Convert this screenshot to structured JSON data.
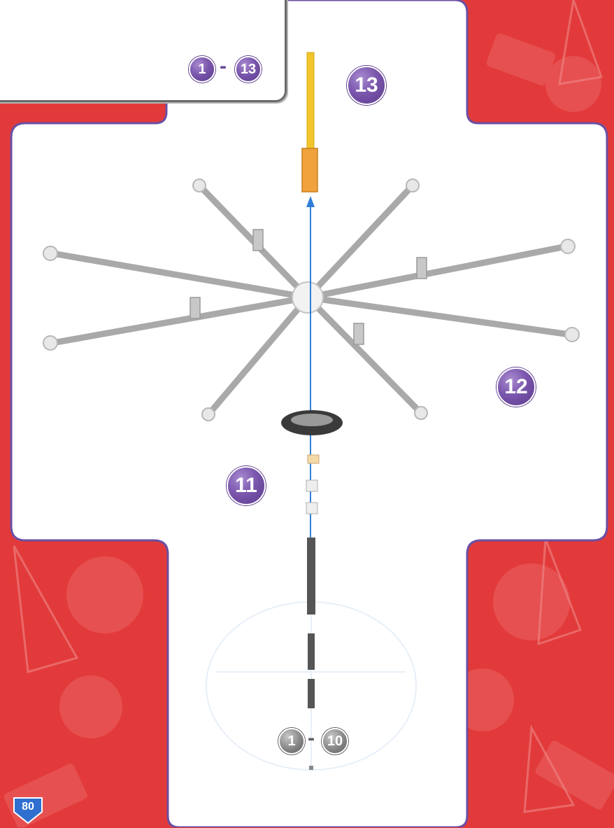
{
  "page": {
    "number": "80"
  },
  "inset": {
    "from": "1",
    "dash": "-",
    "to": "13"
  },
  "steps": [
    {
      "label": "13"
    },
    {
      "label": "12"
    },
    {
      "label": "11"
    }
  ],
  "base_range": {
    "from": "1",
    "dash": "-",
    "to": "10"
  },
  "colors": {
    "background": "#e23a3a",
    "panel": "#ffffff",
    "panel_border": "#6b4fa3",
    "step_badge": "#7a56ad",
    "arrow": "#2f7fd9",
    "rod_yellow": "#f2c62b",
    "rod_grey": "#a9a9a9"
  }
}
